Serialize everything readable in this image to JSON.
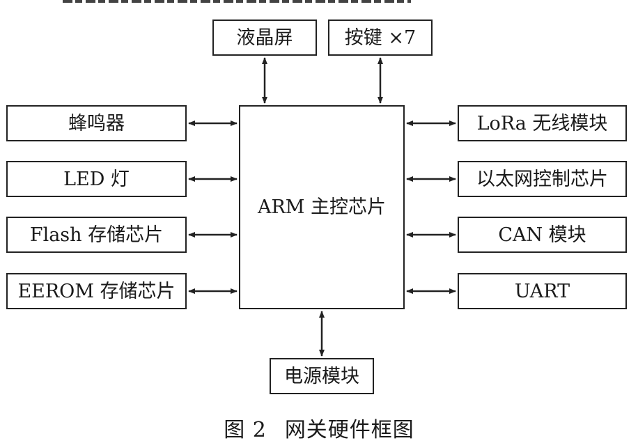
{
  "diagram": {
    "top": {
      "lcd": "液晶屏",
      "keys": "按键 ×7"
    },
    "left": [
      "蜂鸣器",
      "LED 灯",
      "Flash 存储芯片",
      "EEROM 存储芯片"
    ],
    "center": "ARM 主控芯片",
    "right": [
      "LoRa 无线模块",
      "以太网控制芯片",
      "CAN 模块",
      "UART"
    ],
    "bottom": "电源模块"
  },
  "caption": {
    "number": "图 2",
    "title": "网关硬件框图"
  },
  "colors": {
    "line": "#222222",
    "background": "#ffffff"
  }
}
